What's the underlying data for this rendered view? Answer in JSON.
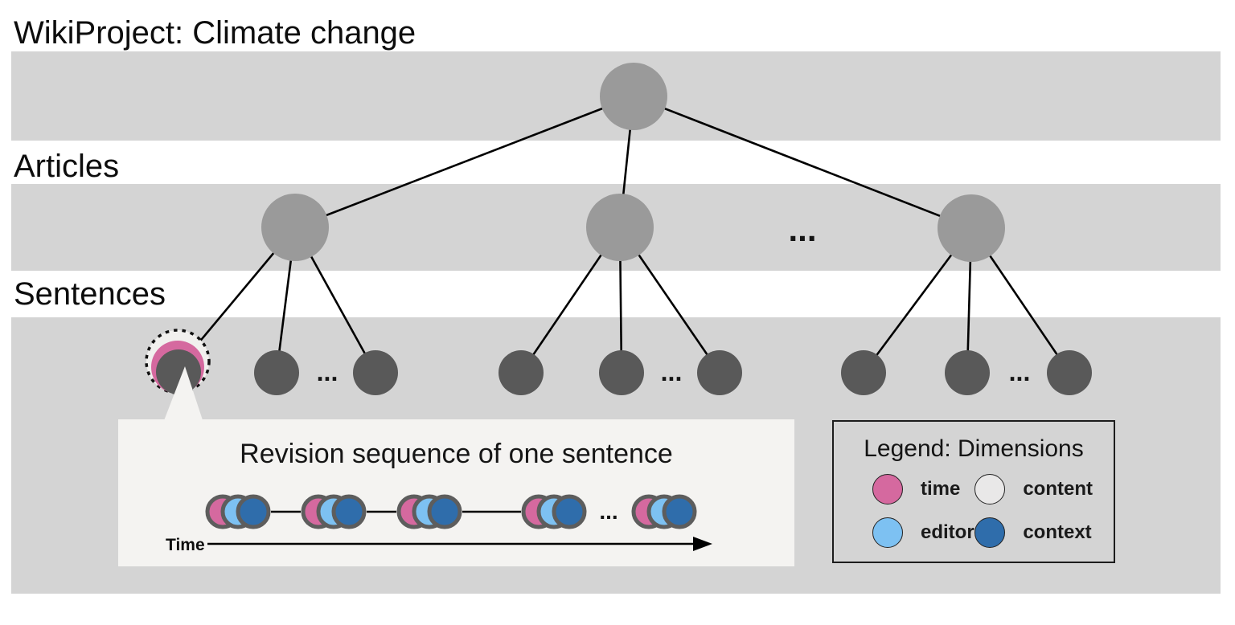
{
  "title": "WikiProject: Climate change",
  "labels": {
    "articles": "Articles",
    "sentences": "Sentences"
  },
  "ellipsis": "...",
  "callout": {
    "title": "Revision sequence of one sentence",
    "time_label": "Time"
  },
  "legend": {
    "title": "Legend: Dimensions",
    "items": [
      {
        "label": "time",
        "color": "#d5699f"
      },
      {
        "label": "content",
        "color": "#e9e8e8"
      },
      {
        "label": "editor",
        "color": "#7dc1f2"
      },
      {
        "label": "context",
        "color": "#2f6dab"
      }
    ]
  },
  "colors": {
    "band": "#d4d4d4",
    "article_node": "#9a9a9a",
    "sentence_node": "#595959",
    "edge": "#000000",
    "callout_bg": "#f4f3f1",
    "highlight_ring": "#f1f0ee",
    "cluster_border": "#5d5d5d",
    "time": "#d5699f",
    "editor": "#7dc1f2",
    "context": "#2f6dab",
    "content": "#e9e8e8"
  }
}
